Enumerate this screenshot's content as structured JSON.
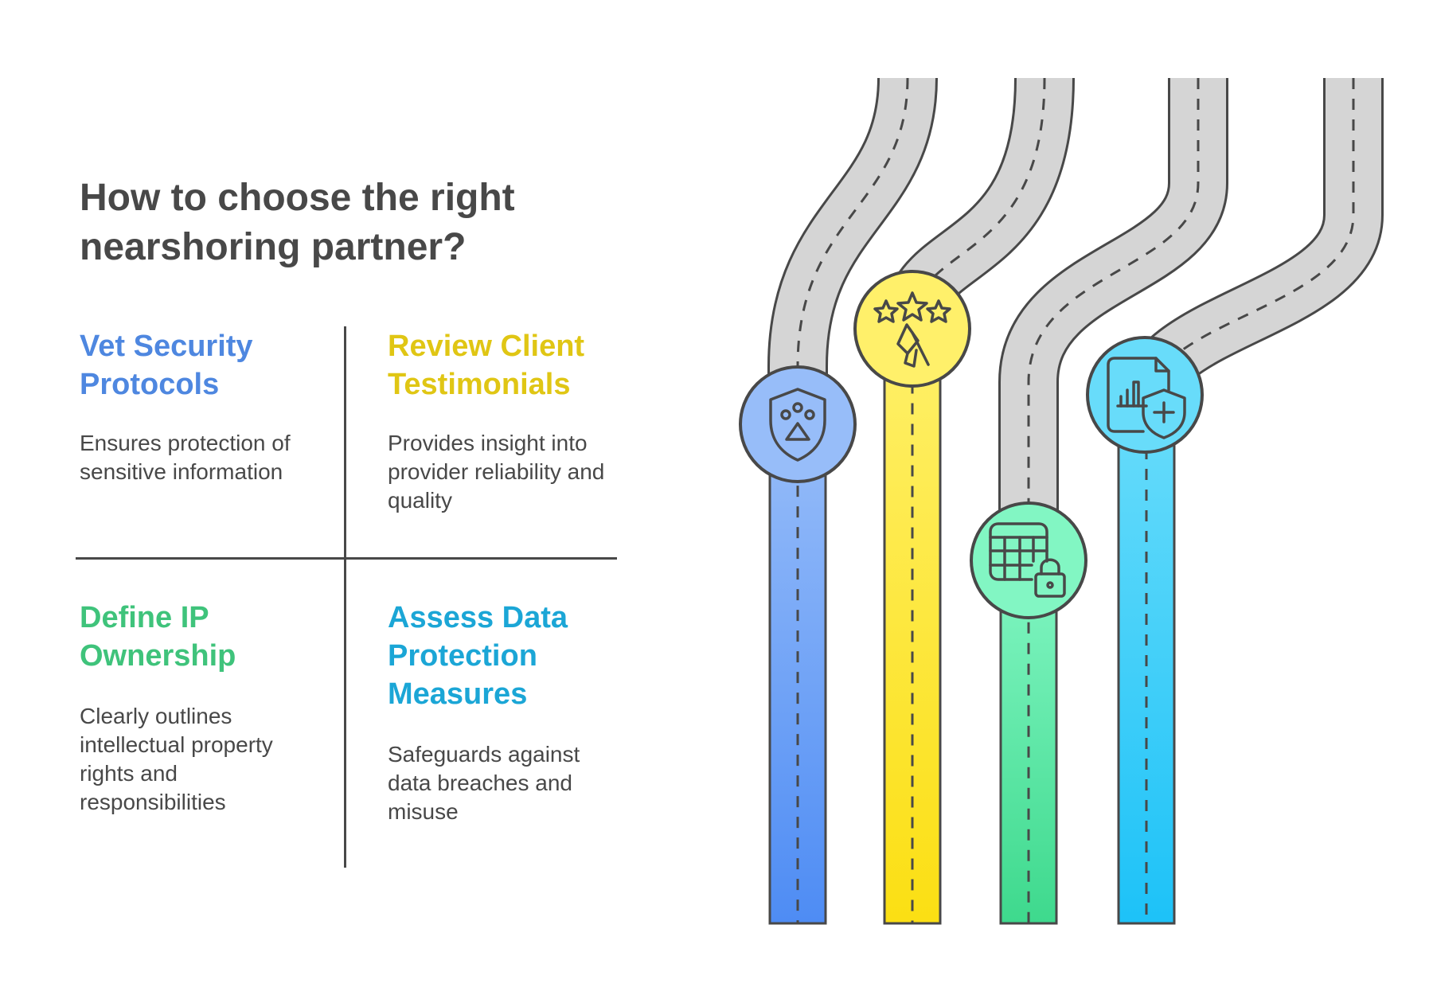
{
  "title": "How to choose the right nearshoring partner?",
  "items": [
    {
      "heading": "Vet Security Protocols",
      "description": "Ensures protection of sensitive information",
      "color": "#4E87E0",
      "icon": "shield-paw-icon"
    },
    {
      "heading": "Review Client Testimonials",
      "description": "Provides insight into provider reliability and quality",
      "color": "#E0C614",
      "icon": "stars-megaphone-icon"
    },
    {
      "heading": "Define IP Ownership",
      "description": "Clearly outlines intellectual property rights and responsibilities",
      "color": "#3FC37B",
      "icon": "table-lock-icon"
    },
    {
      "heading": "Assess Data Protection Measures",
      "description": "Safeguards against data breaches and misuse",
      "color": "#1BA6D6",
      "icon": "document-shield-icon"
    }
  ]
}
